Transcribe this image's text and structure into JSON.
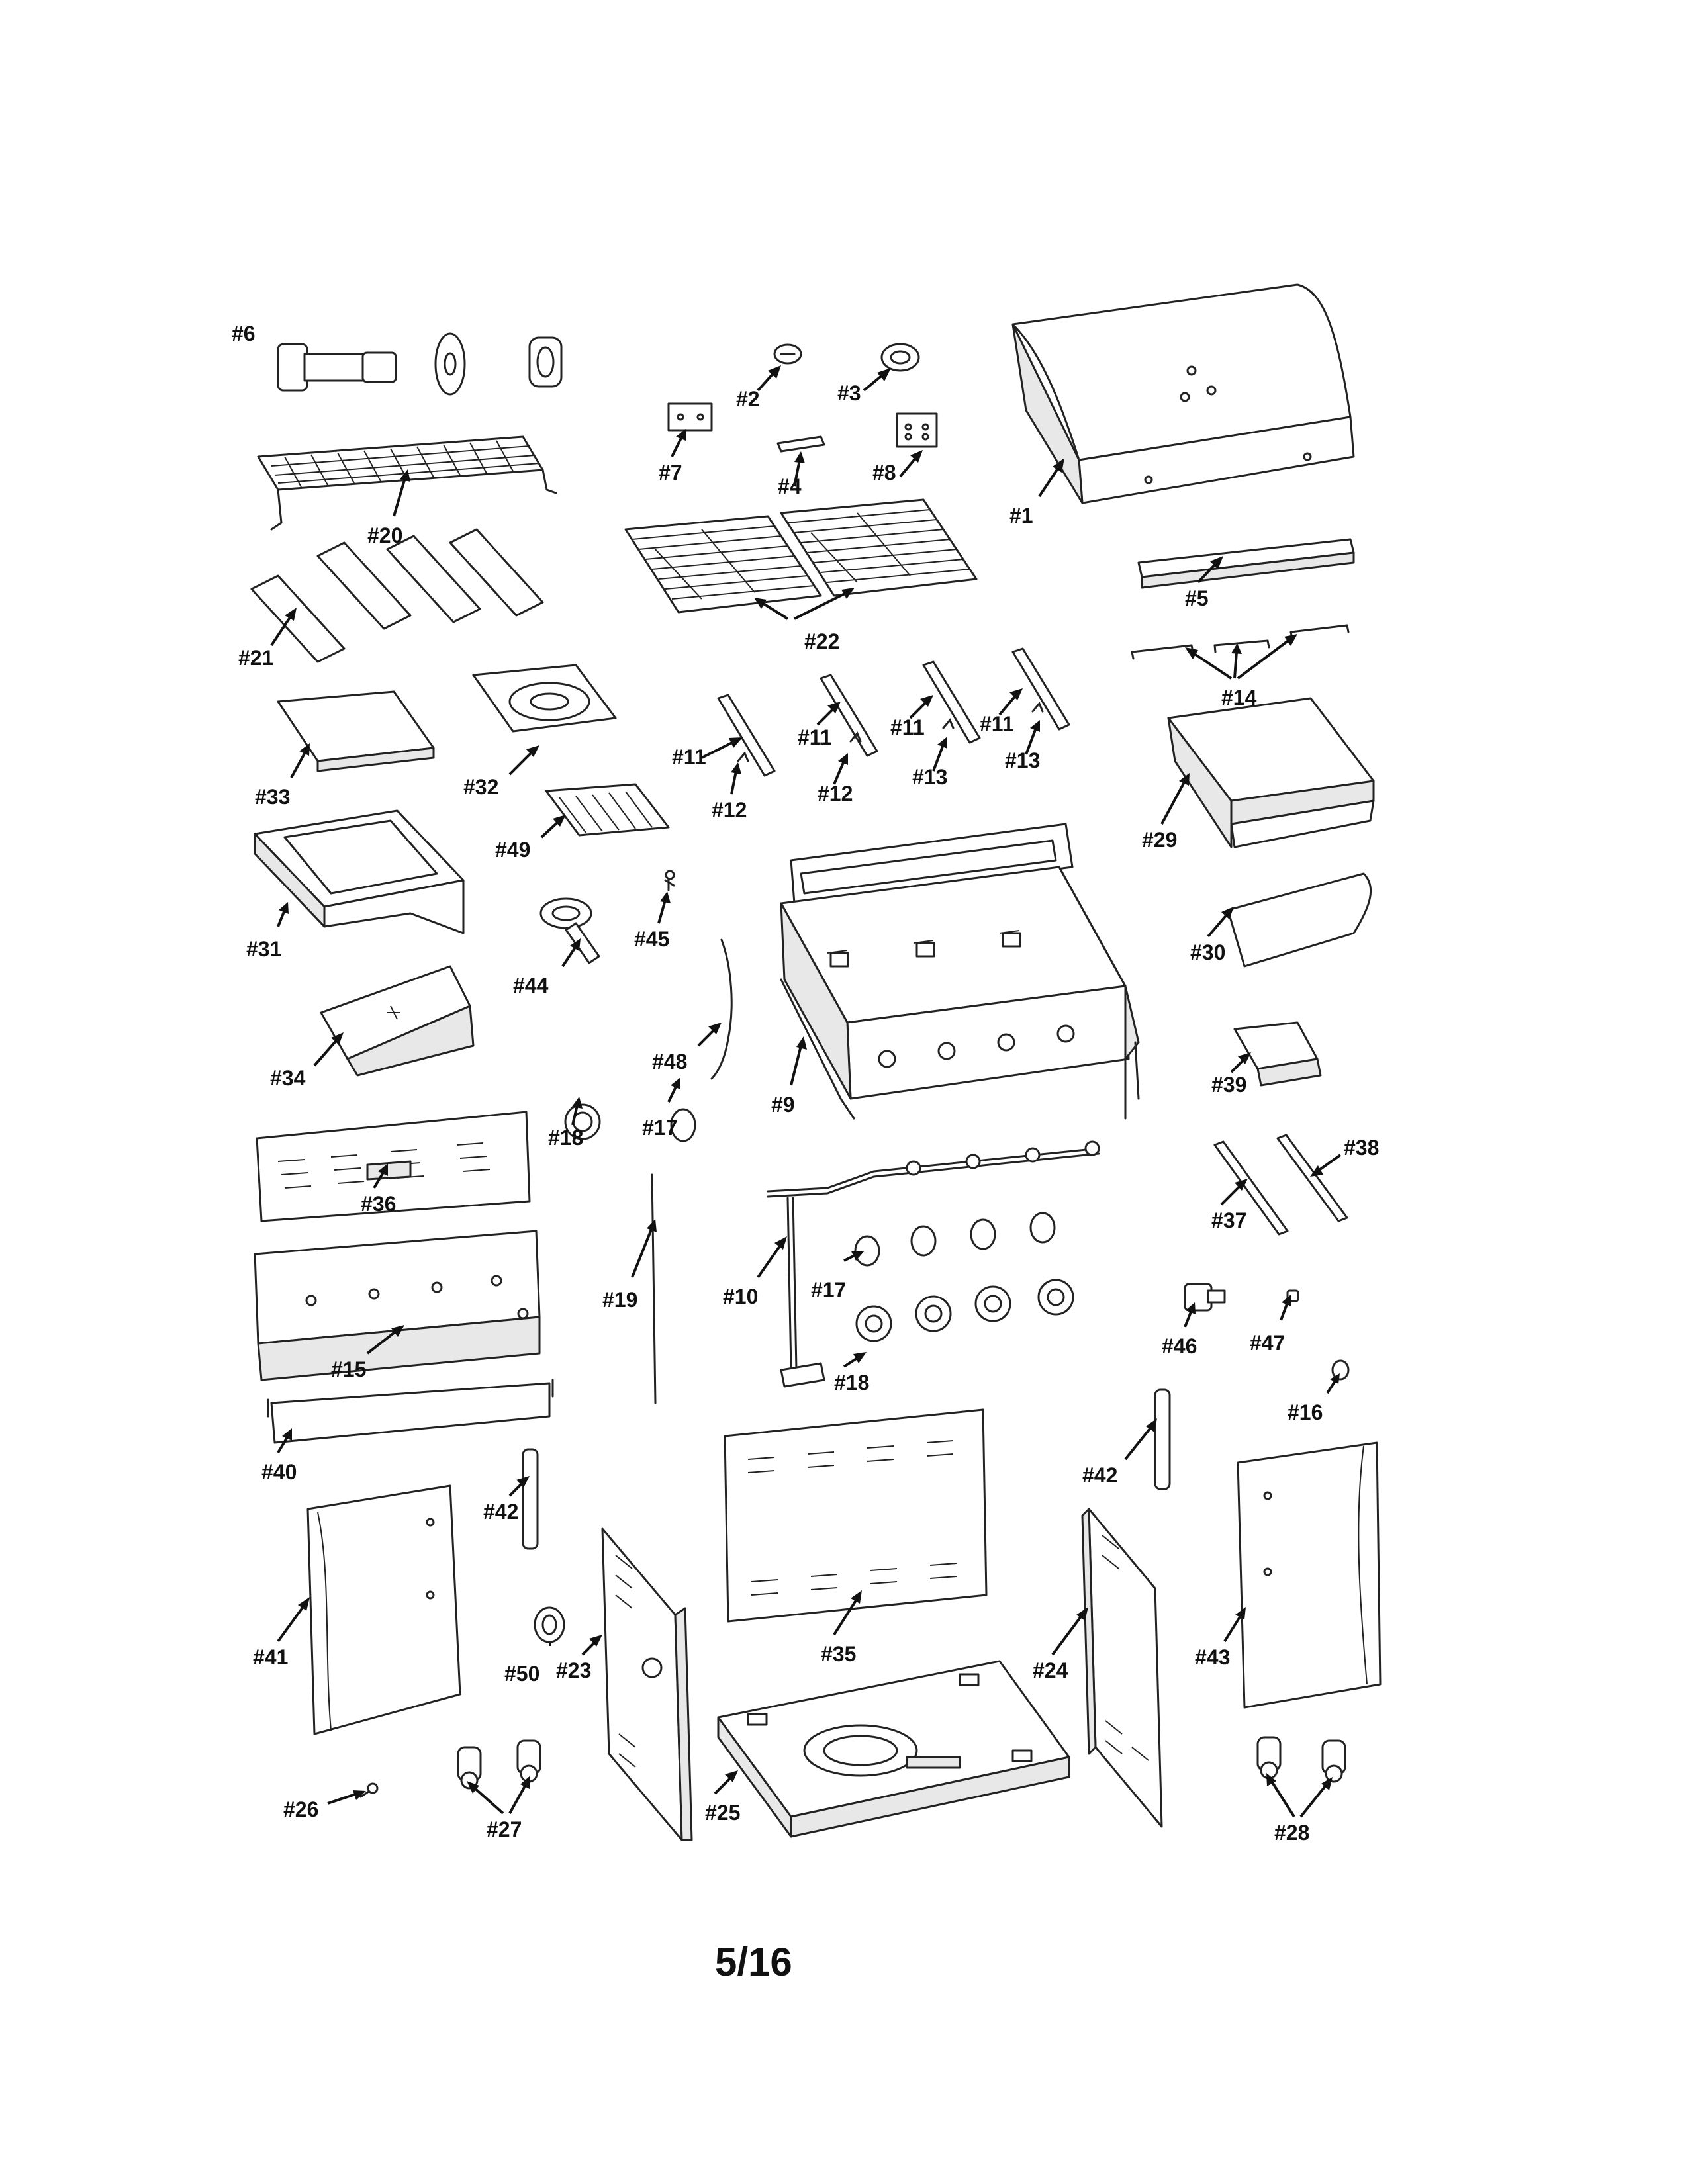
{
  "title": "",
  "page_number": "5/16",
  "callouts": [
    {
      "id": "c1",
      "text": "#1"
    },
    {
      "id": "c2",
      "text": "#2"
    },
    {
      "id": "c3",
      "text": "#3"
    },
    {
      "id": "c4",
      "text": "#4"
    },
    {
      "id": "c5",
      "text": "#5"
    },
    {
      "id": "c6",
      "text": "#6"
    },
    {
      "id": "c7",
      "text": "#7"
    },
    {
      "id": "c8",
      "text": "#8"
    },
    {
      "id": "c9",
      "text": "#9"
    },
    {
      "id": "c10",
      "text": "#10"
    },
    {
      "id": "c11a",
      "text": "#11"
    },
    {
      "id": "c11b",
      "text": "#11"
    },
    {
      "id": "c11c",
      "text": "#11"
    },
    {
      "id": "c11d",
      "text": "#11"
    },
    {
      "id": "c12a",
      "text": "#12"
    },
    {
      "id": "c12b",
      "text": "#12"
    },
    {
      "id": "c13a",
      "text": "#13"
    },
    {
      "id": "c13b",
      "text": "#13"
    },
    {
      "id": "c14",
      "text": "#14"
    },
    {
      "id": "c15",
      "text": "#15"
    },
    {
      "id": "c16",
      "text": "#16"
    },
    {
      "id": "c17a",
      "text": "#17"
    },
    {
      "id": "c17b",
      "text": "#17"
    },
    {
      "id": "c18a",
      "text": "#18"
    },
    {
      "id": "c18b",
      "text": "#18"
    },
    {
      "id": "c19",
      "text": "#19"
    },
    {
      "id": "c20",
      "text": "#20"
    },
    {
      "id": "c21",
      "text": "#21"
    },
    {
      "id": "c22",
      "text": "#22"
    },
    {
      "id": "c23",
      "text": "#23"
    },
    {
      "id": "c24",
      "text": "#24"
    },
    {
      "id": "c25",
      "text": "#25"
    },
    {
      "id": "c26",
      "text": "#26"
    },
    {
      "id": "c27",
      "text": "#27"
    },
    {
      "id": "c28",
      "text": "#28"
    },
    {
      "id": "c29",
      "text": "#29"
    },
    {
      "id": "c30",
      "text": "#30"
    },
    {
      "id": "c31",
      "text": "#31"
    },
    {
      "id": "c32",
      "text": "#32"
    },
    {
      "id": "c33",
      "text": "#33"
    },
    {
      "id": "c34",
      "text": "#34"
    },
    {
      "id": "c35",
      "text": "#35"
    },
    {
      "id": "c36",
      "text": "#36"
    },
    {
      "id": "c37",
      "text": "#37"
    },
    {
      "id": "c38",
      "text": "#38"
    },
    {
      "id": "c39",
      "text": "#39"
    },
    {
      "id": "c40",
      "text": "#40"
    },
    {
      "id": "c41",
      "text": "#41"
    },
    {
      "id": "c42a",
      "text": "#42"
    },
    {
      "id": "c42b",
      "text": "#42"
    },
    {
      "id": "c43",
      "text": "#43"
    },
    {
      "id": "c44",
      "text": "#44"
    },
    {
      "id": "c45",
      "text": "#45"
    },
    {
      "id": "c46",
      "text": "#46"
    },
    {
      "id": "c47",
      "text": "#47"
    },
    {
      "id": "c48",
      "text": "#48"
    },
    {
      "id": "c49",
      "text": "#49"
    },
    {
      "id": "c50",
      "text": "#50"
    }
  ]
}
